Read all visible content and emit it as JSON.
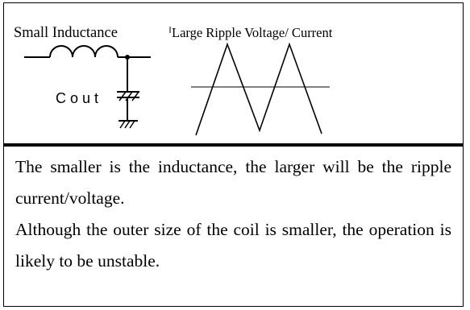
{
  "diagram": {
    "inductor_label": "Small Inductance",
    "ripple_label": "Large Ripple Voltage/ Current",
    "capacitor_label": "C o u t"
  },
  "description": {
    "paragraph1": "The smaller is the inductance, the larger will be the ripple current/voltage.",
    "paragraph2": "Although the outer size of the coil is smaller, the operation is likely to be unstable."
  }
}
